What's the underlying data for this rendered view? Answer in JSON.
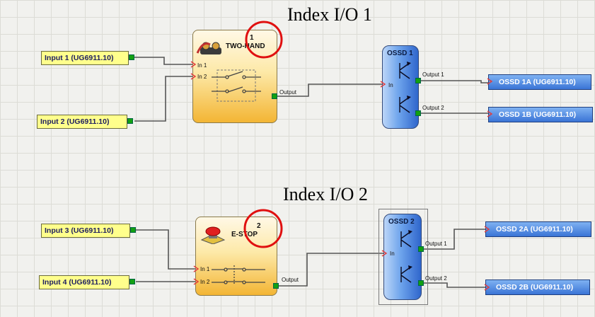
{
  "headings": {
    "index1": "Index I/O 1",
    "index2": "Index I/O 2"
  },
  "inputs": [
    {
      "label": "Input 1 (UG6911.10)"
    },
    {
      "label": "Input 2 (UG6911.10)"
    },
    {
      "label": "Input 3 (UG6911.10)"
    },
    {
      "label": "Input 4 (UG6911.10)"
    }
  ],
  "function_blocks": [
    {
      "index": "1",
      "title": "TWO-HAND",
      "in1": "In 1",
      "in2": "In 2",
      "output": "Output",
      "icon": "two-hand-icon"
    },
    {
      "index": "2",
      "title": "E-STOP",
      "in1": "In 1",
      "in2": "In 2",
      "output": "Output",
      "icon": "emergency-stop-icon"
    }
  ],
  "ossd_blocks": [
    {
      "title": "OSSD 1",
      "in": "In",
      "out1": "Output 1",
      "out2": "Output 2"
    },
    {
      "title": "OSSD 2",
      "in": "In",
      "out1": "Output 1",
      "out2": "Output 2"
    }
  ],
  "outputs": [
    {
      "label": "OSSD 1A (UG6911.10)"
    },
    {
      "label": "OSSD 1B (UG6911.10)"
    },
    {
      "label": "OSSD 2A (UG6911.10)"
    },
    {
      "label": "OSSD 2B (UG6911.10)"
    }
  ],
  "colors": {
    "input_fill": "#ffff8c",
    "output_fill": "#3a74d6",
    "highlight_circle": "#e01010",
    "wire": "#555555",
    "pin_arrow": "#e23c3c"
  }
}
